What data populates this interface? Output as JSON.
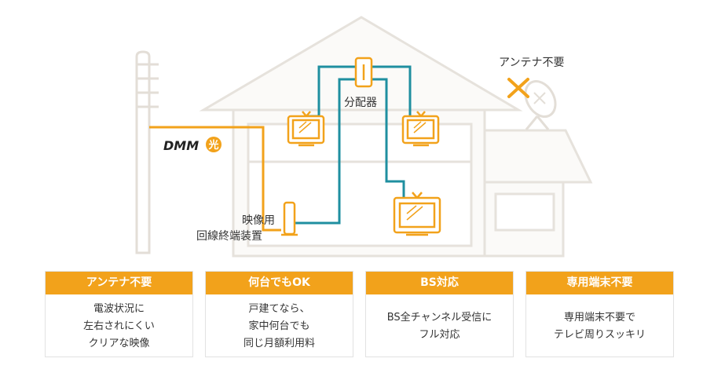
{
  "labels": {
    "antenna_unneeded": "アンテナ不要",
    "splitter": "分配器",
    "ont_line1": "映像用",
    "ont_line2": "回線終端装置"
  },
  "logo": {
    "text": "DMM",
    "mark": "光"
  },
  "colors": {
    "accent": "#f2a21b",
    "cable_blue": "#1f8fa0",
    "house_line": "#e6e2dc",
    "teal_cable": "#1f8fa0"
  },
  "cards": [
    {
      "title": "アンテナ不要",
      "lines": [
        "電波状況に",
        "左右されにくい",
        "クリアな映像"
      ]
    },
    {
      "title": "何台でもOK",
      "lines": [
        "戸建てなら、",
        "家中何台でも",
        "同じ月額利用料"
      ]
    },
    {
      "title": "BS対応",
      "lines": [
        "BS全チャンネル受信に",
        "フル対応"
      ]
    },
    {
      "title": "専用端末不要",
      "lines": [
        "専用端末不要で",
        "テレビ周りスッキリ"
      ]
    }
  ]
}
